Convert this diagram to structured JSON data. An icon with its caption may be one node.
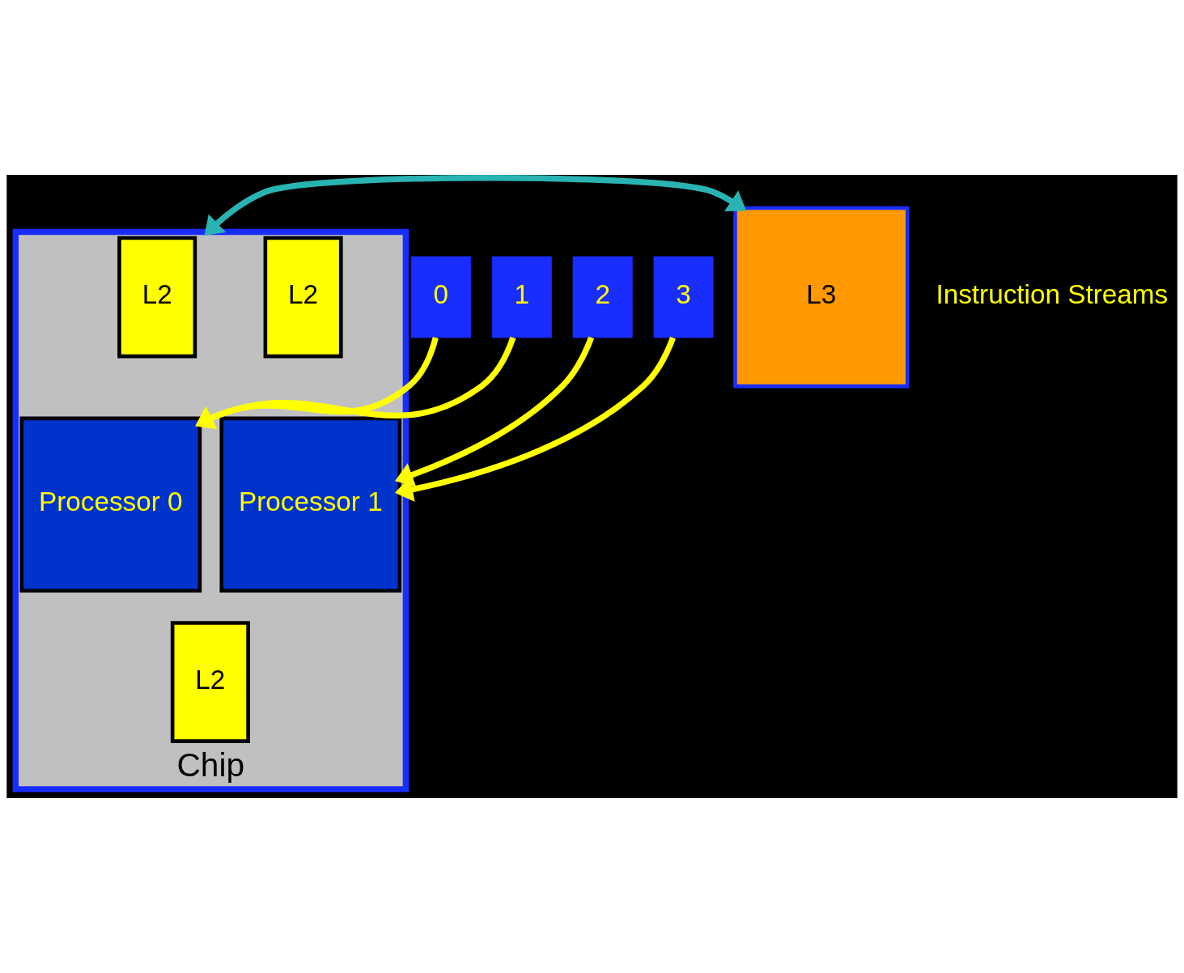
{
  "diagram": {
    "nodes": [
      {
        "text": [
          "Chip"
        ]
      },
      {
        "text": [
          "0"
        ]
      },
      {
        "text": [
          "1"
        ]
      },
      {
        "text": [
          "2"
        ]
      },
      {
        "text": [
          "3"
        ]
      },
      {
        "text": [
          "Processor 0"
        ],
        "in": 0
      },
      {
        "text": [
          "Processor 1"
        ],
        "in": 0
      },
      {
        "text": [
          "L2"
        ],
        "in": 0
      },
      {
        "text": [
          "L2"
        ],
        "in": 0
      },
      {
        "text": [
          "L2"
        ],
        "in": 0
      },
      {
        "text": [
          "L3"
        ]
      }
    ],
    "edges": [
      {
        "from": 1,
        "to": 5,
        "arrow": "to"
      },
      {
        "from": 2,
        "to": 5,
        "arrow": "to"
      },
      {
        "from": 3,
        "to": 6,
        "arrow": "to"
      },
      {
        "from": 4,
        "to": 6,
        "arrow": "to"
      },
      {
        "from": 10,
        "to": 0,
        "arrow": "both",
        "color": "#2ab3b3"
      }
    ],
    "labels": [
      "Instruction Streams"
    ]
  }
}
